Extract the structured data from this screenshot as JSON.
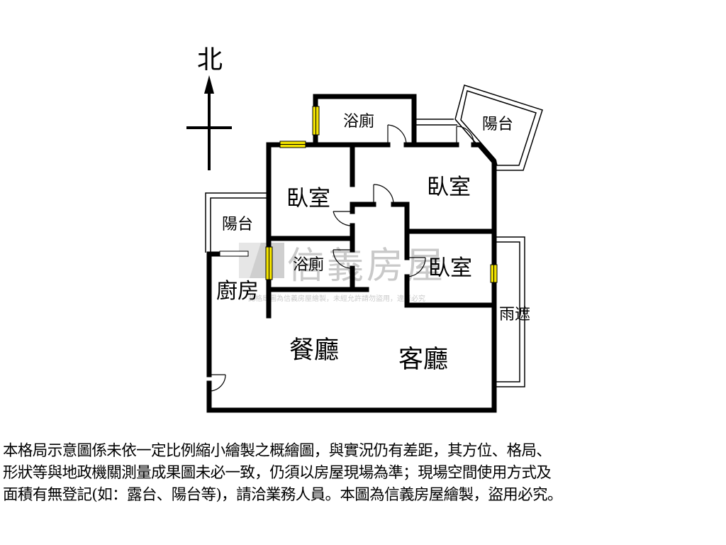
{
  "compass": {
    "north_label": "北"
  },
  "rooms": {
    "bathroom_top": "浴廁",
    "balcony_top_right": "陽台",
    "bedroom_left": "臥室",
    "bedroom_right": "臥室",
    "balcony_left": "陽台",
    "bathroom_middle": "浴廁",
    "bedroom_small": "臥室",
    "kitchen": "廚房",
    "canopy": "雨遮",
    "dining_room": "餐廳",
    "living_room": "客廳"
  },
  "watermark": {
    "brand": "信義房屋",
    "notice": "此格局圖為信義房屋繪製，未經允許請勿盜用，違者必究"
  },
  "disclaimer": [
    "本格局示意圖係未依一定比例縮小繪製之概繪圖，與實況仍有差距，其方位、格局、",
    "形狀等與地政機關測量成果圖未必一致，仍須以房屋現場為準；現場空間使用方式及",
    "面積有無登記(如：露台、陽台等)，請洽業務人員。本圖為信義房屋繪製，盜用必究。"
  ],
  "colors": {
    "wall": "#000000",
    "window": "#f2e200",
    "watermark": "#c9c9c9"
  }
}
